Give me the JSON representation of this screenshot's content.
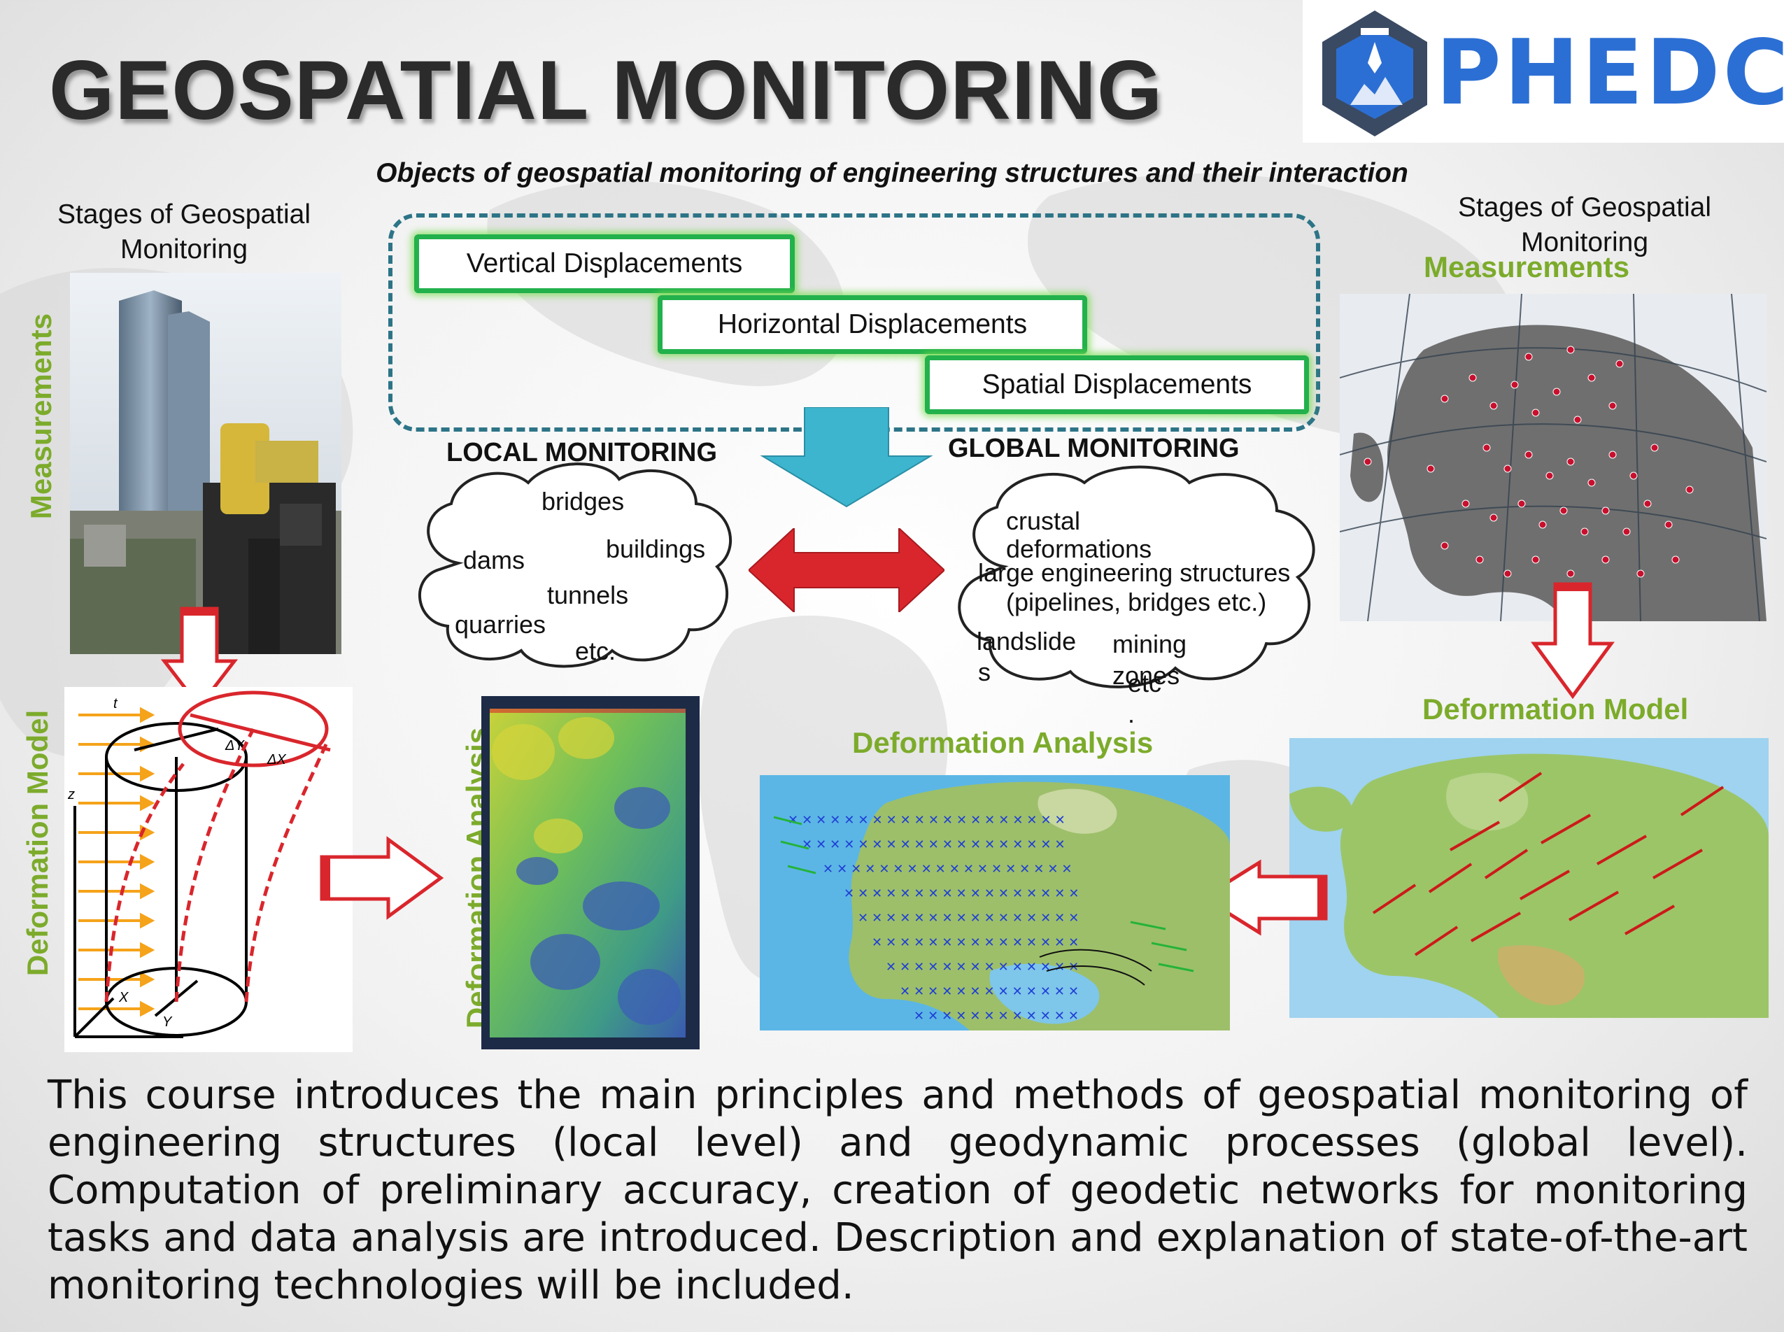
{
  "title": "GEOSPATIAL MONITORING",
  "logo": {
    "text": "PHEDCS",
    "color": "#2c6fd4"
  },
  "subtitle": "Objects of geospatial monitoring of engineering structures and their interaction",
  "left_stages": {
    "heading_line1": "Stages of Geospatial",
    "heading_line2": "Monitoring",
    "measurements": "Measurements",
    "deformation_model": "Deformation Model",
    "deformation_analysis": "Deformation Analysis"
  },
  "right_stages": {
    "heading_line1": "Stages of Geospatial",
    "heading_line2": "Monitoring",
    "measurements": "Measurements",
    "deformation_model": "Deformation Model",
    "deformation_analysis": "Deformation Analysis"
  },
  "displacements": {
    "vertical": "Vertical Displacements",
    "horizontal": "Horizontal Displacements",
    "spatial": "Spatial Displacements"
  },
  "local": {
    "title": "LOCAL MONITORING",
    "items": {
      "bridges": "bridges",
      "dams": "dams",
      "buildings": "buildings",
      "tunnels": "tunnels",
      "quarries": "quarries",
      "etc": "etc."
    }
  },
  "global": {
    "title": "GLOBAL MONITORING",
    "items": {
      "crustal": "crustal",
      "deformations": "deformations",
      "large": "large engineering structures",
      "pipelines": "(pipelines, bridges etc.)",
      "landslide": "landslide",
      "landslide_s": "s",
      "mining": "mining",
      "zones": "zones",
      "etc": "etc",
      "dot": "."
    }
  },
  "diagram_axes": {
    "t": "t",
    "z": "z",
    "x": "X",
    "y": "Y",
    "dy": "ΔY",
    "dx": "ΔX"
  },
  "description": "This course introduces the main principles and methods of geospatial monitoring of engineering structures (local level) and geodynamic processes (global level). Computation of preliminary accuracy, creation of geodetic networks for monitoring tasks and data analysis are introduced. Description and explanation of state-of-the-art monitoring technologies will be included.",
  "colors": {
    "green_box": "#22b14c",
    "stage_green": "#7cab2b",
    "arrow_red": "#d9262c",
    "arrow_blue": "#3db5cf",
    "dashed_border": "#2d7487"
  }
}
